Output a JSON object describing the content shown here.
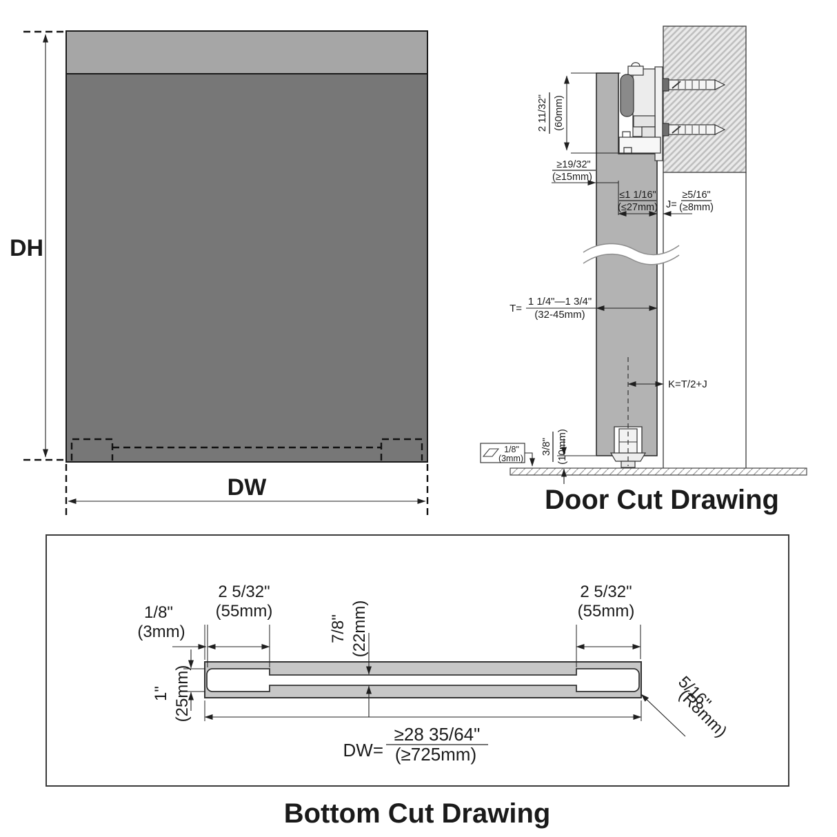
{
  "door_size_diagram": {
    "height_label": "DH",
    "width_label": "DW"
  },
  "door_cut_drawing": {
    "title": "Door Cut Drawing",
    "track_height": {
      "inch": "2 11/32\"",
      "mm": "(60mm)"
    },
    "min_remaining": {
      "inch": "≥19/32\"",
      "mm": "(≥15mm)"
    },
    "max_cut_depth": {
      "inch": "≤1 1/16\"",
      "mm": "(≤27mm)"
    },
    "jamb_gap": {
      "prefix": "J=",
      "inch": "≥5/16\"",
      "mm": "(≥8mm)"
    },
    "door_thickness": {
      "prefix": "T=",
      "inch": "1 1/4\"—1 3/4\"",
      "mm": "(32-45mm)"
    },
    "k_formula": "K=T/2+J",
    "floor_clearance": {
      "inch": "3/8\"",
      "mm": "(10mm)"
    },
    "spacer": {
      "inch": "1/8\"",
      "mm": "(3mm)"
    }
  },
  "bottom_cut_drawing": {
    "title": "Bottom Cut Drawing",
    "edge_offset": {
      "inch": "1/8\"",
      "mm": "(3mm)"
    },
    "pocket_length_left": {
      "inch": "2 5/32\"",
      "mm": "(55mm)"
    },
    "pocket_length_right": {
      "inch": "2 5/32\"",
      "mm": "(55mm)"
    },
    "groove_width": {
      "inch": "7/8\"",
      "mm": "(22mm)"
    },
    "pocket_width": {
      "inch": "1\"",
      "mm": "(25mm)"
    },
    "corner_radius": {
      "inch": "5/16\"",
      "mm": "(R8mm)"
    },
    "min_door_width": {
      "prefix": "DW=",
      "inch": "≥28 35/64\"",
      "mm": "(≥725mm)"
    }
  },
  "colors": {
    "door_face": "#777777",
    "door_top_band": "#a6a6a6",
    "door_section": "#b3b3b3",
    "bottom_bar": "#c7c7c7",
    "roller": "#8a8a8a",
    "line": "#1f1f1f"
  }
}
